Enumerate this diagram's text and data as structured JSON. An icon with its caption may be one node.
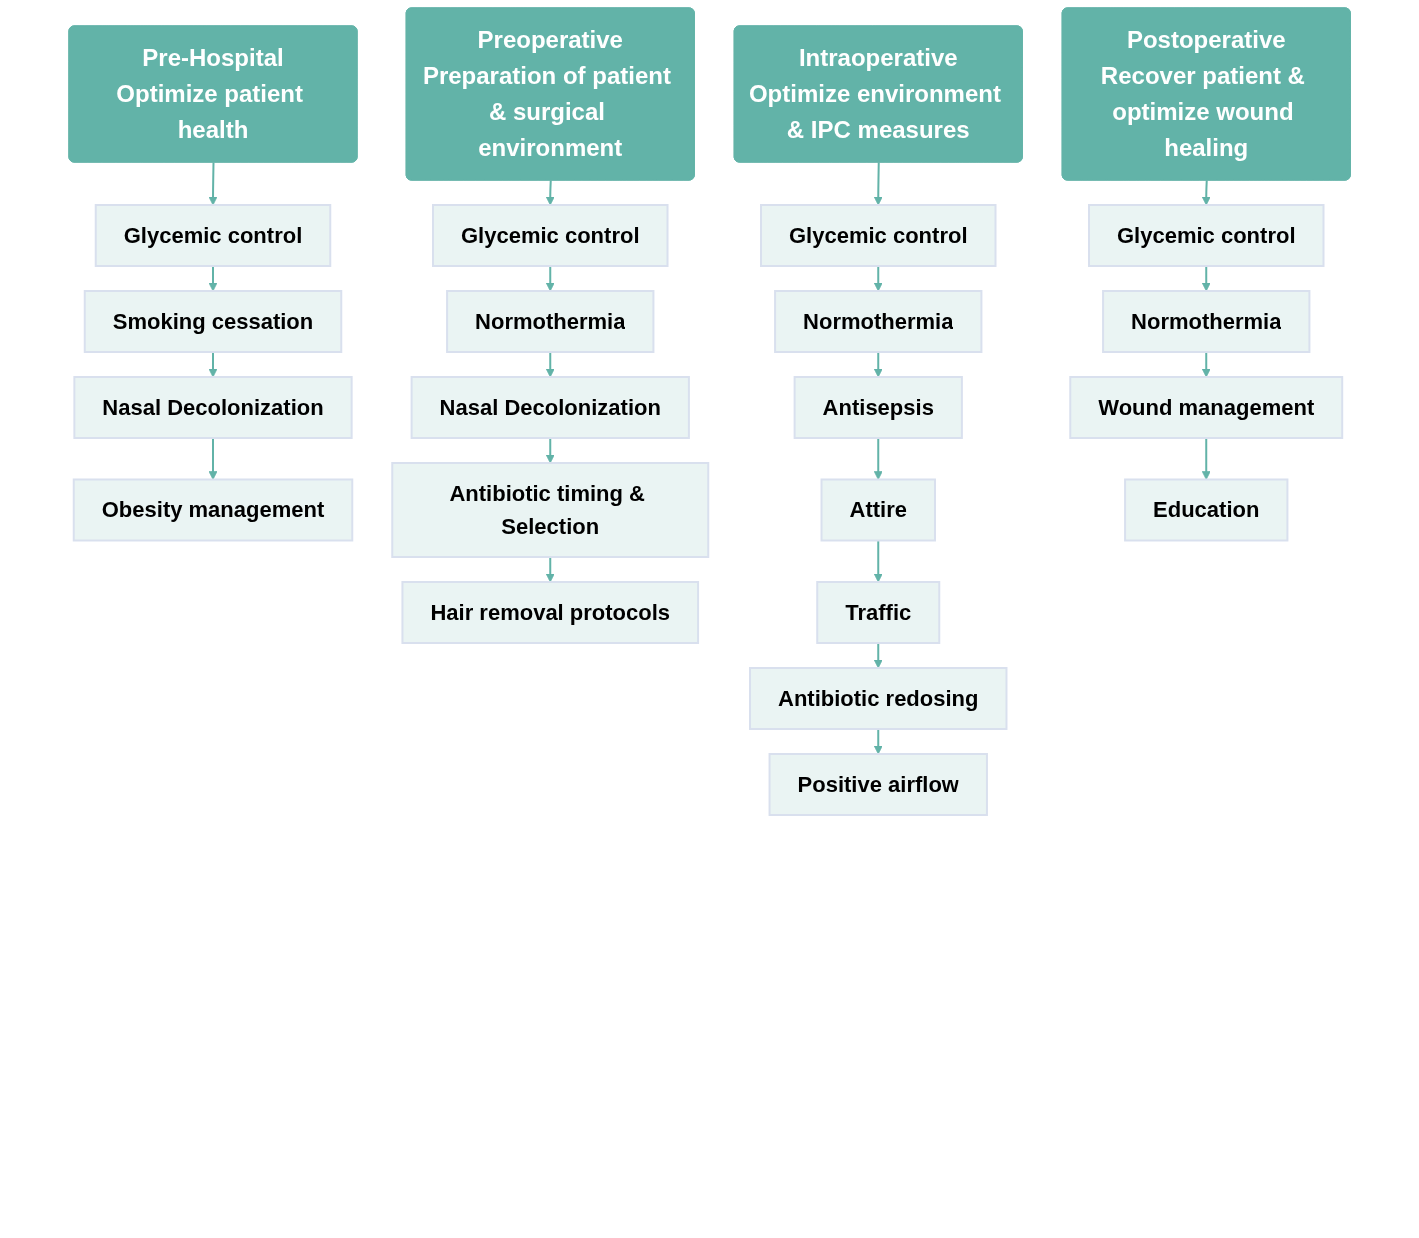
{
  "diagram": {
    "nodes": [
      {
        "text": [
          "Pre-Hospital",
          "Optimize patient health"
        ]
      },
      {
        "text": [
          "Glycemic control"
        ]
      },
      {
        "text": [
          "Smoking cessation"
        ]
      },
      {
        "text": [
          "Nasal Decolonization"
        ]
      },
      {
        "text": [
          "Obesity management"
        ]
      },
      {
        "text": [
          "Preoperative",
          "Preparation of patient & surgical environment"
        ]
      },
      {
        "text": [
          "Glycemic control"
        ]
      },
      {
        "text": [
          "Normothermia"
        ]
      },
      {
        "text": [
          "Nasal Decolonization"
        ]
      },
      {
        "text": [
          "Antibiotic timing & Selection"
        ]
      },
      {
        "text": [
          "Hair removal protocols"
        ]
      },
      {
        "text": [
          "Intraoperative",
          "Optimize environment & IPC measures"
        ]
      },
      {
        "text": [
          "Glycemic control"
        ]
      },
      {
        "text": [
          "Normothermia"
        ]
      },
      {
        "text": [
          "Antisepsis"
        ]
      },
      {
        "text": [
          "Attire"
        ]
      },
      {
        "text": [
          "Traffic"
        ]
      },
      {
        "text": [
          "Antibiotic redosing"
        ]
      },
      {
        "text": [
          "Positive airflow"
        ]
      },
      {
        "text": [
          "Postoperative",
          "Recover patient & optimize wound healing"
        ]
      },
      {
        "text": [
          "Glycemic control"
        ]
      },
      {
        "text": [
          "Normothermia"
        ]
      },
      {
        "text": [
          "Wound management"
        ]
      },
      {
        "text": [
          "Education"
        ]
      }
    ],
    "edges": [
      {
        "from": 0,
        "to": 1,
        "arrow": "to"
      },
      {
        "from": 1,
        "to": 2,
        "arrow": "to"
      },
      {
        "from": 2,
        "to": 3,
        "arrow": "to"
      },
      {
        "from": 3,
        "to": 4,
        "arrow": "to"
      },
      {
        "from": 5,
        "to": 6,
        "arrow": "to"
      },
      {
        "from": 6,
        "to": 7,
        "arrow": "to"
      },
      {
        "from": 7,
        "to": 8,
        "arrow": "to"
      },
      {
        "from": 8,
        "to": 9,
        "arrow": "to"
      },
      {
        "from": 9,
        "to": 10,
        "arrow": "to"
      },
      {
        "from": 11,
        "to": 12,
        "arrow": "to"
      },
      {
        "from": 12,
        "to": 13,
        "arrow": "to"
      },
      {
        "from": 13,
        "to": 14,
        "arrow": "to"
      },
      {
        "from": 14,
        "to": 15,
        "arrow": "to"
      },
      {
        "from": 15,
        "to": 16,
        "arrow": "to"
      },
      {
        "from": 16,
        "to": 17,
        "arrow": "to"
      },
      {
        "from": 17,
        "to": 18,
        "arrow": "to"
      },
      {
        "from": 19,
        "to": 20,
        "arrow": "to"
      },
      {
        "from": 20,
        "to": 21,
        "arrow": "to"
      },
      {
        "from": 21,
        "to": 22,
        "arrow": "to"
      },
      {
        "from": 22,
        "to": 23,
        "arrow": "to"
      }
    ]
  }
}
